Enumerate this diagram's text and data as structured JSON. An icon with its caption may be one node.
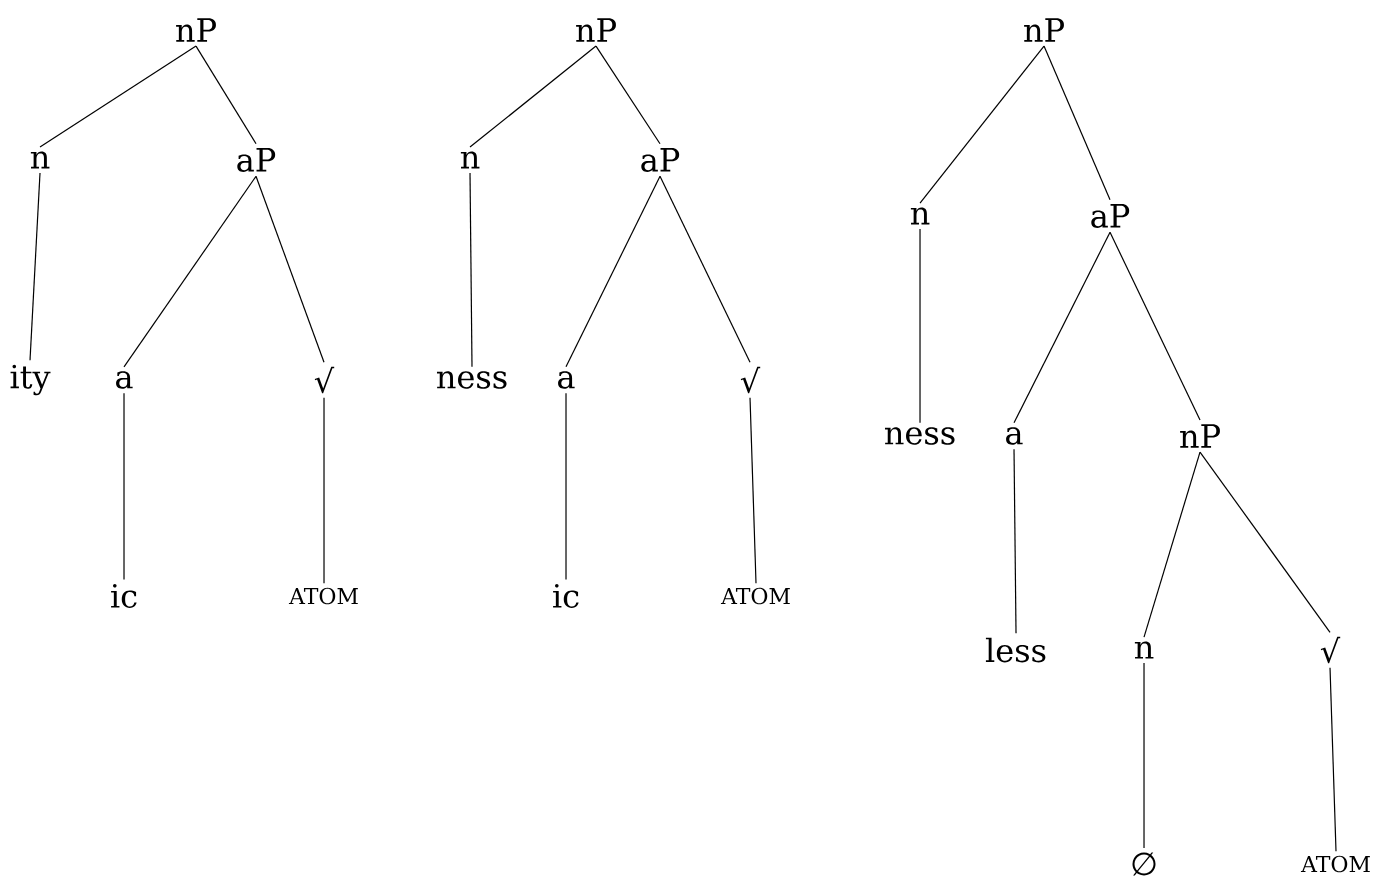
{
  "diagram": {
    "nodes": [
      {
        "text": [
          "nP"
        ]
      },
      {
        "text": [
          "n"
        ]
      },
      {
        "text": [
          "aP"
        ]
      },
      {
        "text": [
          "ity"
        ]
      },
      {
        "text": [
          "a"
        ]
      },
      {
        "text": [
          "√"
        ]
      },
      {
        "text": [
          "ic"
        ]
      },
      {
        "text": [
          "ATOM"
        ]
      },
      {
        "text": [
          "nP"
        ]
      },
      {
        "text": [
          "n"
        ]
      },
      {
        "text": [
          "aP"
        ]
      },
      {
        "text": [
          "ness"
        ]
      },
      {
        "text": [
          "a"
        ]
      },
      {
        "text": [
          "√"
        ]
      },
      {
        "text": [
          "ic"
        ]
      },
      {
        "text": [
          "ATOM"
        ]
      },
      {
        "text": [
          "nP"
        ]
      },
      {
        "text": [
          "n"
        ]
      },
      {
        "text": [
          "aP"
        ]
      },
      {
        "text": [
          "ness"
        ]
      },
      {
        "text": [
          "a"
        ]
      },
      {
        "text": [
          "nP"
        ]
      },
      {
        "text": [
          "less"
        ]
      },
      {
        "text": [
          "n"
        ]
      },
      {
        "text": [
          "√"
        ]
      },
      {
        "text": [
          "∅"
        ]
      },
      {
        "text": [
          "ATOM"
        ]
      }
    ],
    "edges": [
      {
        "from": 0,
        "to": 1,
        "arrow": "none"
      },
      {
        "from": 0,
        "to": 2,
        "arrow": "none"
      },
      {
        "from": 1,
        "to": 3,
        "arrow": "none"
      },
      {
        "from": 2,
        "to": 4,
        "arrow": "none"
      },
      {
        "from": 2,
        "to": 5,
        "arrow": "none"
      },
      {
        "from": 4,
        "to": 6,
        "arrow": "none"
      },
      {
        "from": 5,
        "to": 7,
        "arrow": "none"
      },
      {
        "from": 8,
        "to": 9,
        "arrow": "none"
      },
      {
        "from": 8,
        "to": 10,
        "arrow": "none"
      },
      {
        "from": 9,
        "to": 11,
        "arrow": "none"
      },
      {
        "from": 10,
        "to": 12,
        "arrow": "none"
      },
      {
        "from": 10,
        "to": 13,
        "arrow": "none"
      },
      {
        "from": 12,
        "to": 14,
        "arrow": "none"
      },
      {
        "from": 13,
        "to": 15,
        "arrow": "none"
      },
      {
        "from": 16,
        "to": 17,
        "arrow": "none"
      },
      {
        "from": 16,
        "to": 18,
        "arrow": "none"
      },
      {
        "from": 17,
        "to": 19,
        "arrow": "none"
      },
      {
        "from": 18,
        "to": 20,
        "arrow": "none"
      },
      {
        "from": 18,
        "to": 21,
        "arrow": "none"
      },
      {
        "from": 20,
        "to": 22,
        "arrow": "none"
      },
      {
        "from": 21,
        "to": 23,
        "arrow": "none"
      },
      {
        "from": 21,
        "to": 24,
        "arrow": "none"
      },
      {
        "from": 23,
        "to": 25,
        "arrow": "none"
      },
      {
        "from": 24,
        "to": 26,
        "arrow": "none"
      }
    ]
  }
}
